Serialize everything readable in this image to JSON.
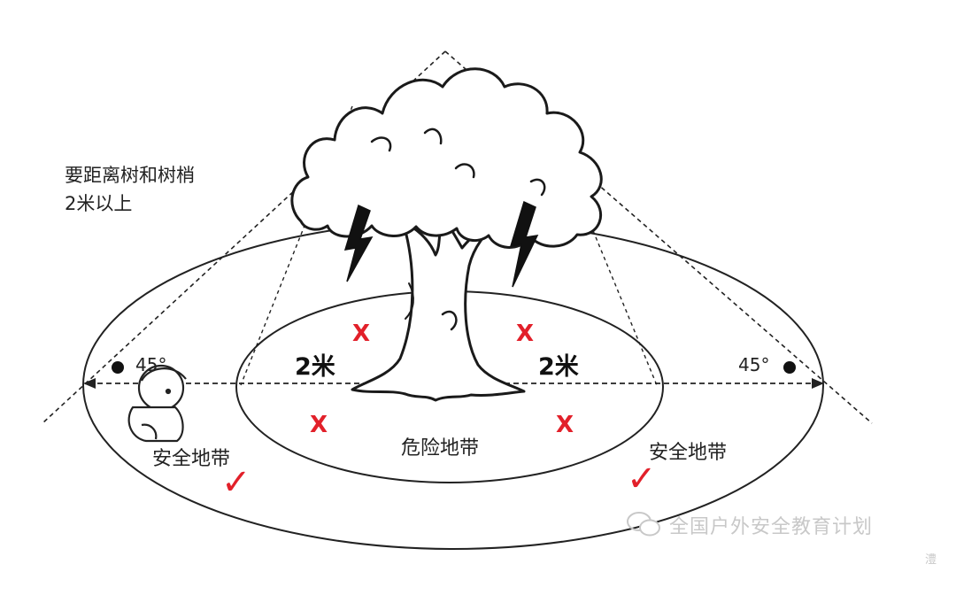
{
  "note": {
    "line1": "要距离树和树梢",
    "line2": "2米以上"
  },
  "zones": {
    "danger": "危险地带",
    "safe_left": "安全地带",
    "safe_right": "安全地带"
  },
  "distances": {
    "left": "2米",
    "right": "2米"
  },
  "angles": {
    "left": "45°",
    "right": "45°"
  },
  "marks": {
    "danger_symbol": "X",
    "safe_symbol": "✓"
  },
  "watermark": {
    "text": "全国户外安全教育计划",
    "corner": "澧"
  },
  "colors": {
    "danger_mark": "#e2202a",
    "line": "#222222",
    "watermark": "#c8c8c8"
  }
}
